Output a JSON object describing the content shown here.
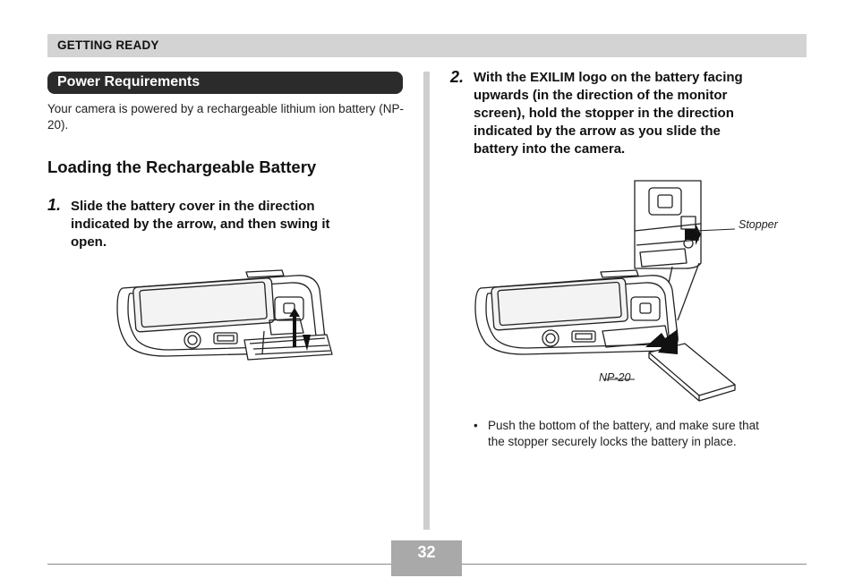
{
  "header": {
    "title": "GETTING READY"
  },
  "section": {
    "title": "Power Requirements",
    "intro": "Your camera is powered by a rechargeable lithium ion battery (NP-20)."
  },
  "subsection": {
    "title": "Loading the Rechargeable Battery"
  },
  "steps": [
    {
      "number": "1.",
      "lines": [
        "Slide the battery cover in the direction",
        "indicated by the arrow, and then swing it",
        "open."
      ]
    },
    {
      "number": "2.",
      "lines": [
        "With the EXILIM logo on the battery facing",
        "upwards (in the direction of the monitor",
        "screen), hold the stopper in the direction",
        "indicated by the arrow as you slide the",
        "battery into the camera."
      ]
    }
  ],
  "callouts": {
    "stopper": "Stopper",
    "battery": "NP-20"
  },
  "bullet": {
    "marker": "•",
    "lines": [
      "Push the bottom of the battery, and make sure that",
      "the stopper securely locks the battery in place."
    ]
  },
  "footer": {
    "page_number": "32"
  }
}
